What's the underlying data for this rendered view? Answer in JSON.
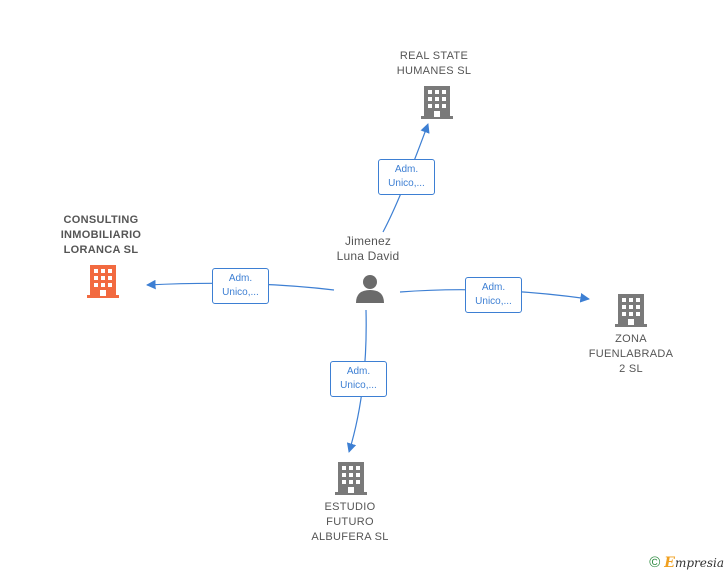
{
  "colors": {
    "edge": "#3d7fd3",
    "company": "#7a7a7a",
    "main_company": "#f26a40",
    "person": "#6b6b6b"
  },
  "person": {
    "name_lines": [
      "Jimenez",
      "Luna David"
    ],
    "icon": "person-icon"
  },
  "companies": [
    {
      "id": "real-state",
      "lines": [
        "REAL STATE",
        "HUMANES  SL"
      ],
      "icon": "building-icon"
    },
    {
      "id": "consulting",
      "lines": [
        "CONSULTING",
        "INMOBILIARIO",
        "LORANCA  SL"
      ],
      "icon": "building-icon",
      "highlight": true
    },
    {
      "id": "zona",
      "lines": [
        "ZONA",
        "FUENLABRADA",
        "2  SL"
      ],
      "icon": "building-icon"
    },
    {
      "id": "estudio",
      "lines": [
        "ESTUDIO",
        "FUTURO",
        "ALBUFERA SL"
      ],
      "icon": "building-icon"
    }
  ],
  "edges": [
    {
      "target": "real-state",
      "label_lines": [
        "Adm.",
        "Unico,..."
      ]
    },
    {
      "target": "consulting",
      "label_lines": [
        "Adm.",
        "Unico,..."
      ]
    },
    {
      "target": "zona",
      "label_lines": [
        "Adm.",
        "Unico,..."
      ]
    },
    {
      "target": "estudio",
      "label_lines": [
        "Adm.",
        "Unico,..."
      ]
    }
  ],
  "footer": {
    "copyright_symbol": "©",
    "brand_initial": "E",
    "brand_rest": "mpresia"
  }
}
